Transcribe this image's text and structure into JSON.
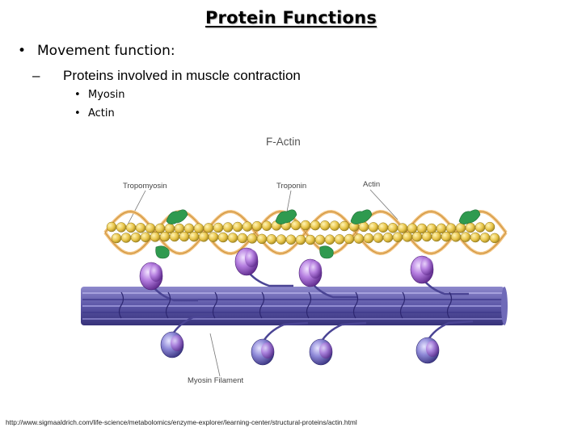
{
  "slide": {
    "title": "Protein Functions",
    "bullet_symbol": "•",
    "dash_symbol": "–",
    "bullet": "Movement function:",
    "sub_bullet": "Proteins involved in muscle contraction",
    "items": [
      "Myosin",
      "Actin"
    ]
  },
  "figure": {
    "heading": "F-Actin",
    "labels": {
      "tropomyosin": "Tropomyosin",
      "troponin": "Troponin",
      "actin": "Actin",
      "myosin_filament": "Myosin Filament"
    },
    "colors": {
      "actin_bead": "#e8c448",
      "tropomyosin_strand": "#f2c27c",
      "troponin": "#2f9a4f",
      "myosin_head": "#9a5cc8",
      "myosin_filament": "#5a55a6"
    }
  },
  "footer": {
    "source_url": "http://www.sigmaaldrich.com/life-science/metabolomics/enzyme-explorer/learning-center/structural-proteins/actin.html"
  }
}
